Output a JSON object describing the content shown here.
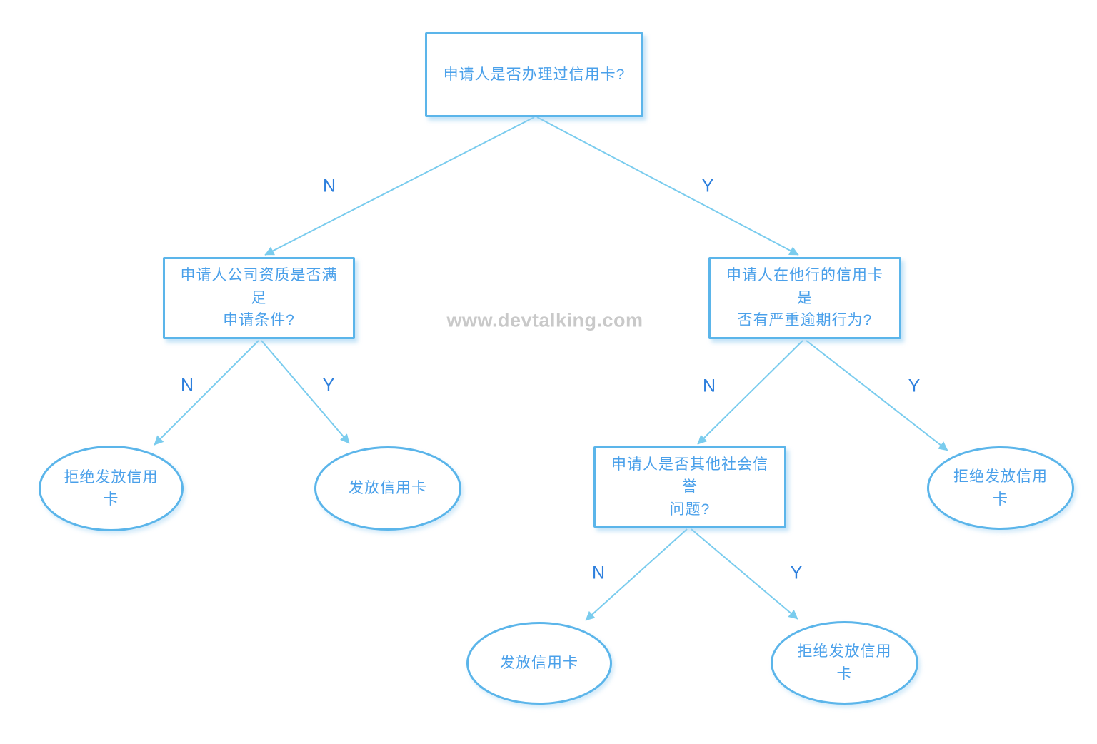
{
  "watermark": "www.devtalking.com",
  "palette": {
    "node_border": "#5bb5ea",
    "node_text": "#4aa0ea",
    "edge_line": "#7accee",
    "edge_label": "#2d7fdd",
    "watermark_color": "#c9c9c9",
    "background": "#ffffff"
  },
  "nodes": [
    {
      "id": "q-root",
      "shape": "rect",
      "lines": [
        "申请人是否办理过信用卡?"
      ]
    },
    {
      "id": "q-company",
      "shape": "rect",
      "lines": [
        "申请人公司资质是否满足",
        "申请条件?"
      ]
    },
    {
      "id": "q-overdue",
      "shape": "rect",
      "lines": [
        "申请人在他行的信用卡是",
        "否有严重逾期行为?"
      ]
    },
    {
      "id": "q-social",
      "shape": "rect",
      "lines": [
        "申请人是否其他社会信誉",
        "问题?"
      ]
    },
    {
      "id": "end-reject-1",
      "shape": "ellipse",
      "lines": [
        "拒绝发放信用",
        "卡"
      ]
    },
    {
      "id": "end-issue-1",
      "shape": "ellipse",
      "lines": [
        "发放信用卡"
      ]
    },
    {
      "id": "end-reject-2",
      "shape": "ellipse",
      "lines": [
        "拒绝发放信用",
        "卡"
      ]
    },
    {
      "id": "end-issue-2",
      "shape": "ellipse",
      "lines": [
        "发放信用卡"
      ]
    },
    {
      "id": "end-reject-3",
      "shape": "ellipse",
      "lines": [
        "拒绝发放信用",
        "卡"
      ]
    }
  ],
  "edges": [
    {
      "from": "q-root",
      "to": "q-company",
      "label": "N"
    },
    {
      "from": "q-root",
      "to": "q-overdue",
      "label": "Y"
    },
    {
      "from": "q-company",
      "to": "end-reject-1",
      "label": "N"
    },
    {
      "from": "q-company",
      "to": "end-issue-1",
      "label": "Y"
    },
    {
      "from": "q-overdue",
      "to": "q-social",
      "label": "N"
    },
    {
      "from": "q-overdue",
      "to": "end-reject-2",
      "label": "Y"
    },
    {
      "from": "q-social",
      "to": "end-issue-2",
      "label": "N"
    },
    {
      "from": "q-social",
      "to": "end-reject-3",
      "label": "Y"
    }
  ]
}
